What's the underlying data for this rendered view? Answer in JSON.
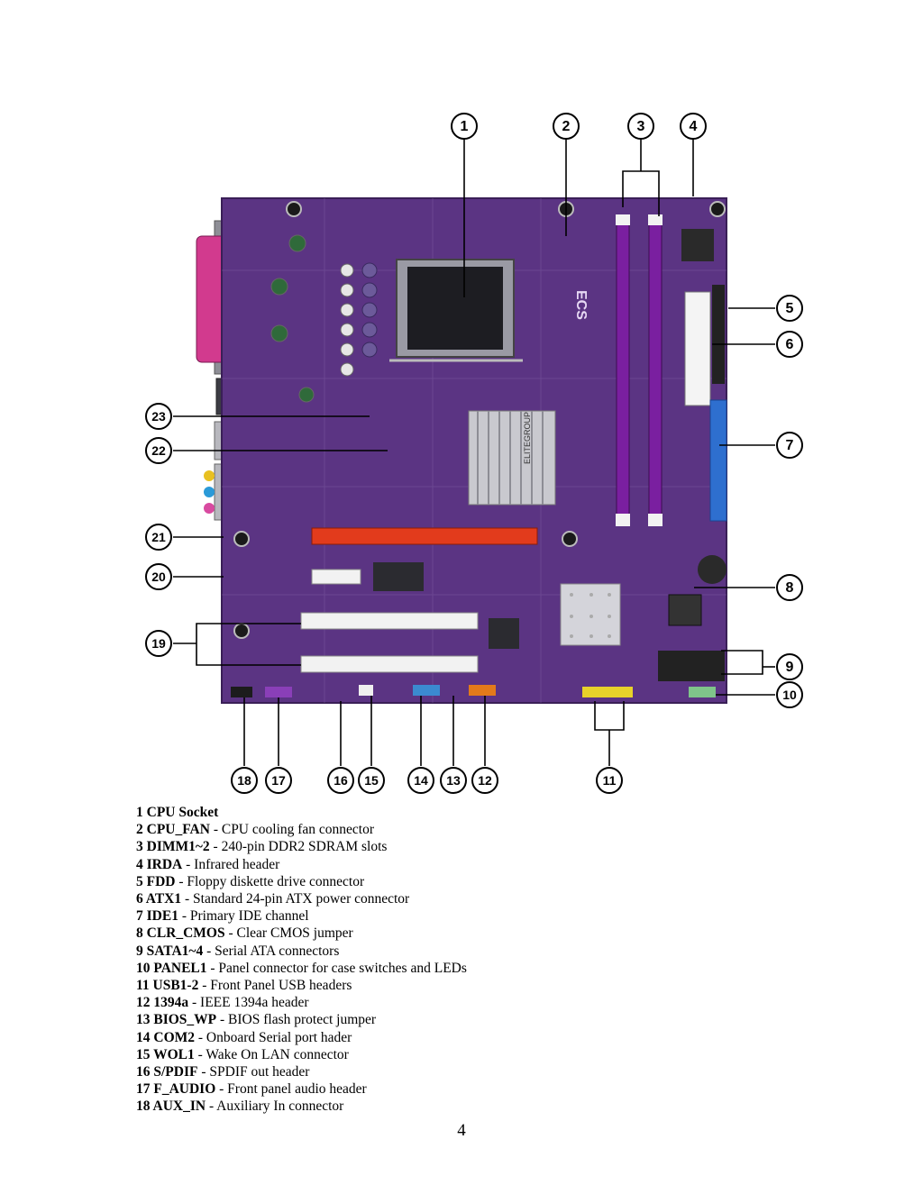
{
  "figure": {
    "callouts": [
      "1",
      "2",
      "3",
      "4",
      "5",
      "6",
      "7",
      "8",
      "9",
      "10",
      "11",
      "12",
      "13",
      "14",
      "15",
      "16",
      "17",
      "18",
      "19",
      "20",
      "21",
      "22",
      "23"
    ],
    "board_logo": "ECS",
    "chipset_label": "ELITEGROUP"
  },
  "legend": [
    {
      "term": "1 CPU Socket",
      "desc": ""
    },
    {
      "term": "2 CPU_FAN",
      "desc": " - CPU cooling fan connector"
    },
    {
      "term": "3 DIMM1~2",
      "desc": " - 240-pin DDR2 SDRAM slots"
    },
    {
      "term": "4 IRDA",
      "desc": " - Infrared header"
    },
    {
      "term": "5 FDD",
      "desc": " - Floppy diskette drive connector"
    },
    {
      "term": "6 ATX1",
      "desc": " - Standard 24-pin ATX power connector"
    },
    {
      "term": "7 IDE1",
      "desc": " - Primary IDE channel"
    },
    {
      "term": "8 CLR_CMOS",
      "desc": " - Clear CMOS jumper"
    },
    {
      "term": "9 SATA1~4",
      "desc": " - Serial ATA connectors"
    },
    {
      "term": "10 PANEL1",
      "desc": " - Panel connector for case switches and LEDs"
    },
    {
      "term": "11 USB1-2",
      "desc": " - Front Panel USB headers"
    },
    {
      "term": "12 1394a",
      "desc": " - IEEE 1394a header"
    },
    {
      "term": "13 BIOS_WP",
      "desc": " - BIOS flash protect jumper"
    },
    {
      "term": "14 COM2",
      "desc": " - Onboard Serial port hader"
    },
    {
      "term": "15 WOL1",
      "desc": " - Wake On LAN connector"
    },
    {
      "term": "16 S/PDIF",
      "desc": " - SPDIF out header"
    },
    {
      "term": "17 F_AUDIO",
      "desc": " - Front panel audio header"
    },
    {
      "term": "18 AUX_IN",
      "desc": " - Auxiliary In connector"
    }
  ],
  "page_number": "4"
}
